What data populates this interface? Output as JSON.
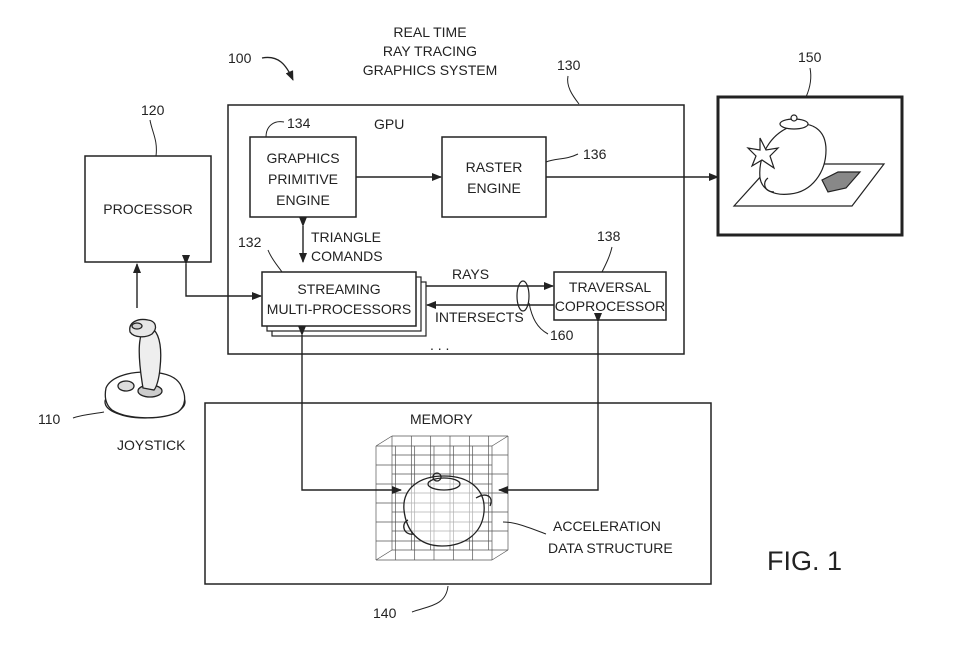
{
  "title_lines": [
    "REAL TIME",
    "RAY TRACING",
    "GRAPHICS SYSTEM"
  ],
  "refs": {
    "system": "100",
    "joystick": "110",
    "processor": "120",
    "gpu": "130",
    "sm": "132",
    "primitive_engine": "134",
    "raster_engine": "136",
    "traversal": "138",
    "memory": "140",
    "display": "150",
    "ray_link": "160"
  },
  "labels": {
    "processor": "PROCESSOR",
    "gpu": "GPU",
    "primitive_engine": [
      "GRAPHICS",
      "PRIMITIVE",
      "ENGINE"
    ],
    "raster_engine": [
      "RASTER",
      "ENGINE"
    ],
    "triangle_commands": [
      "TRIANGLE",
      "COMANDS"
    ],
    "sm": [
      "STREAMING",
      "MULTI-PROCESSORS"
    ],
    "rays": "RAYS",
    "intersects": "INTERSECTS",
    "traversal": [
      "TRAVERSAL",
      "COPROCESSOR"
    ],
    "joystick": "JOYSTICK",
    "memory": "MEMORY",
    "acceleration": [
      "ACCELERATION",
      "DATA STRUCTURE"
    ],
    "figure": "FIG. 1"
  }
}
